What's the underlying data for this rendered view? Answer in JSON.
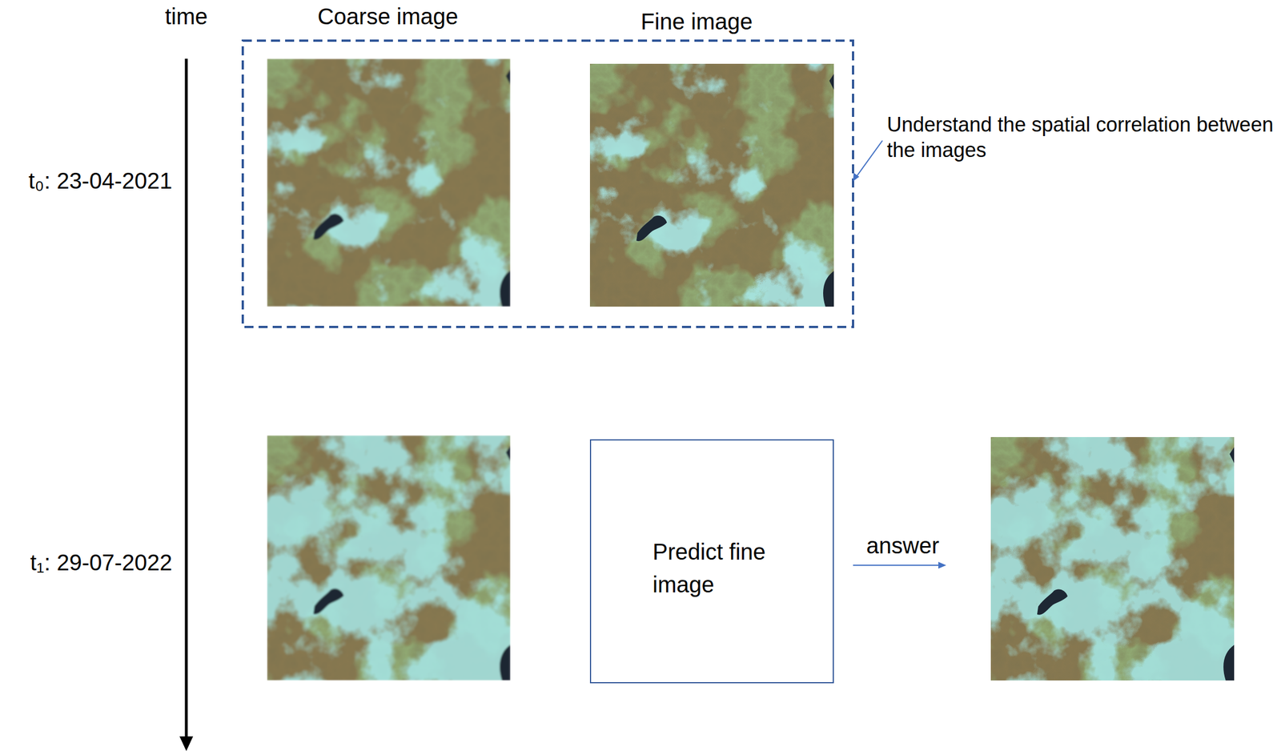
{
  "diagram": {
    "nodes": [
      {
        "text": [
          "Predict fine image"
        ]
      }
    ],
    "labels": [
      "time",
      "Coarse image",
      "Fine image",
      "t₀: 23-04-2021",
      "Understand the spatial correlation between the images",
      "t₁: 29-07-2022",
      "answer"
    ]
  }
}
